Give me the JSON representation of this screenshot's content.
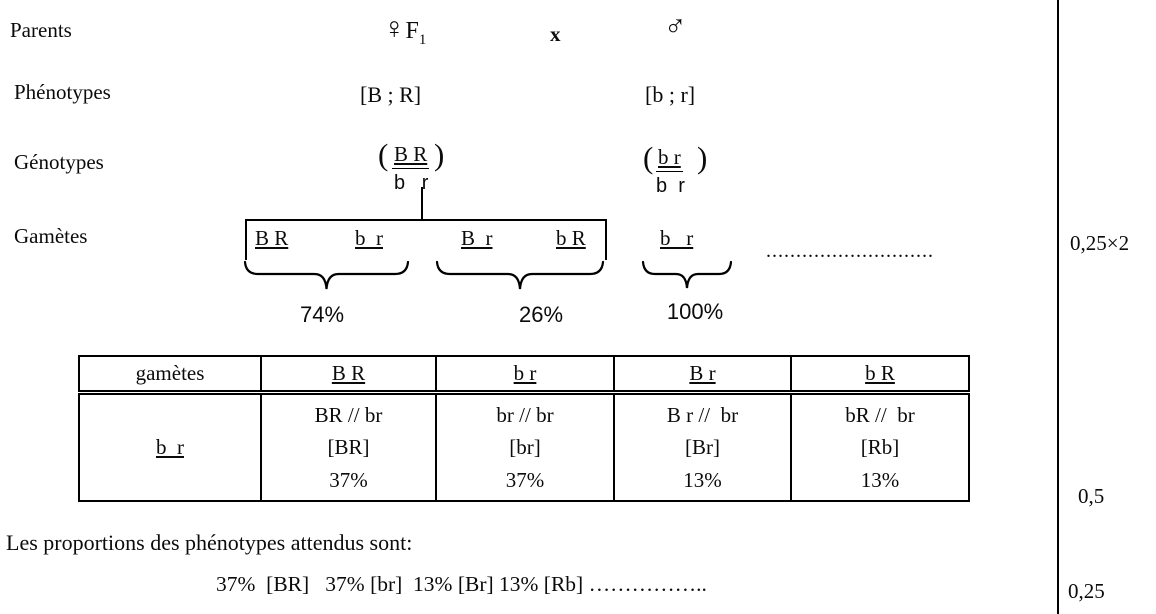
{
  "parents": {
    "label": "Parents",
    "female_symbol": "♀",
    "f1_base": "F",
    "f1_sub": "1",
    "cross_symbol": "x",
    "male_symbol": "♂"
  },
  "phenotypes": {
    "label": "Phénotypes",
    "female": "[B ; R]",
    "male": "[b ; r]"
  },
  "genotypes": {
    "label": "Génotypes",
    "paren_open": "(",
    "paren_close": ")",
    "female": {
      "numerator": "B R",
      "denominator": "b   r"
    },
    "male": {
      "numerator": "b r",
      "denominator": "b  r"
    }
  },
  "gametes": {
    "label": "Gamètes",
    "female_box": [
      "B R",
      "b  r",
      "B  r",
      "b R"
    ],
    "parental_pct": "74%",
    "recombinant_pct": "26%",
    "male_gamete": "b   r",
    "male_pct": "100%",
    "dotted_leader": "............................"
  },
  "cross_table": {
    "header": [
      "gamètes",
      "B R",
      "b r",
      "B r",
      "b R"
    ],
    "row_label": "b  r",
    "cells": [
      {
        "genotype": "BR // br",
        "phenotype": "[BR]",
        "percent": "37%"
      },
      {
        "genotype": "br // br",
        "phenotype": "[br]",
        "percent": "37%"
      },
      {
        "genotype": "B r //  br",
        "phenotype": "[Br]",
        "percent": "13%"
      },
      {
        "genotype": "bR //  br",
        "phenotype": "[Rb]",
        "percent": "13%"
      }
    ]
  },
  "margin_marks": {
    "gametes": "0,25×2",
    "table": "0,5",
    "proportions": "0,25"
  },
  "conclusion": {
    "line1": "Les proportions des phénotypes attendus sont:",
    "line2": "37%  [BR]   37% [br]  13% [Br] 13% [Rb] …………….."
  }
}
